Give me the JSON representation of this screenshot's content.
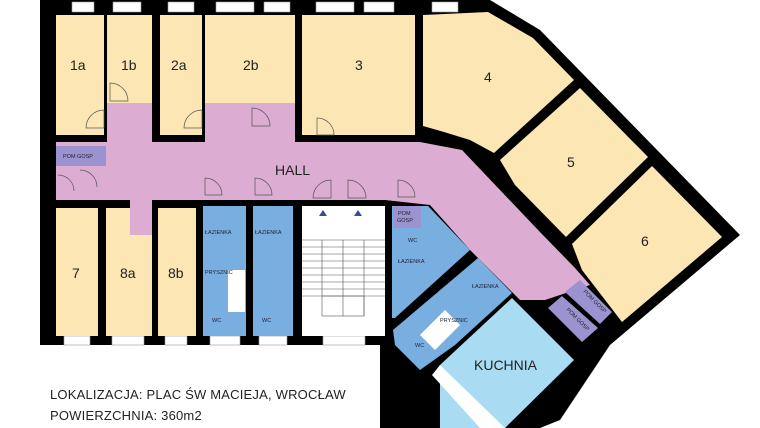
{
  "colors": {
    "office": "#fbe6b4",
    "hall": "#dcacd2",
    "bathroom": "#78aee0",
    "storage": "#9b93cf",
    "kitchen": "#a9dcf3",
    "stairs": "#ffffff",
    "wall": "#000000"
  },
  "rooms": {
    "r1a": "1a",
    "r1b": "1b",
    "r2a": "2a",
    "r2b": "2b",
    "r3": "3",
    "r4": "4",
    "r5": "5",
    "r6": "6",
    "r7": "7",
    "r8a": "8a",
    "r8b": "8b",
    "hall": "HALL",
    "kitchen": "KUCHNIA"
  },
  "small_labels": {
    "pom_gosp": "POM GOSP",
    "pom": "POM",
    "gosp": "GOSP",
    "lazienka": "ŁAZIENKA",
    "prysznic": "PRYSZNIC",
    "wc": "WC"
  },
  "info": {
    "location": "LOKALIZACJA: PLAC ŚW MACIEJA, WROCŁAW",
    "area": "POWIERZCHNIA: 360m2"
  }
}
